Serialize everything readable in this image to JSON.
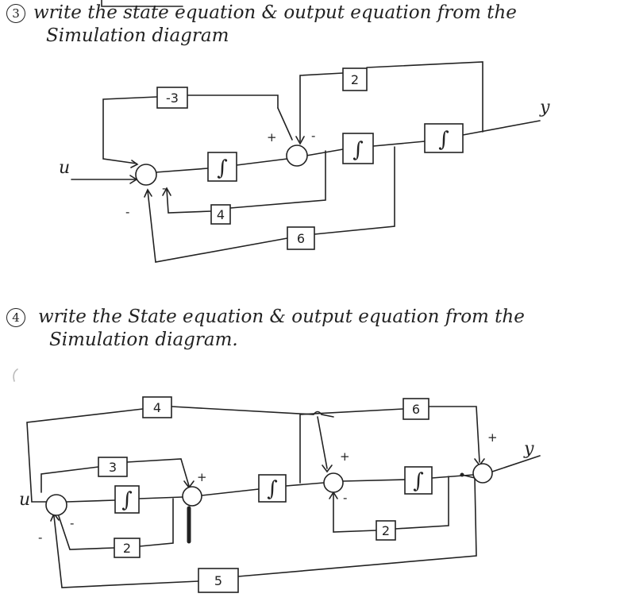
{
  "problem3": {
    "number": "3",
    "line1": "write the state equation & output equation from the",
    "line2": "Simulation diagram",
    "diagram": {
      "input": "u",
      "output": "y",
      "integrator": "∫",
      "gains": [
        "-3",
        "2",
        "4",
        "6"
      ],
      "signs": {
        "s1_top": "-",
        "s1_bottom": "-",
        "s2_plus": "+",
        "s2_minus": "-"
      }
    }
  },
  "problem4": {
    "number": "4",
    "line1": "write the State equation & output equation from the",
    "line2": "Simulation diagram.",
    "diagram": {
      "input": "u",
      "output": "y",
      "integrator": "∫",
      "gains": [
        "4",
        "3",
        "2",
        "5",
        "6",
        "2"
      ],
      "signs": {
        "s1_minus_left": "-",
        "s1_minus_bottom": "-",
        "s2_plus": "+",
        "s3_plus": "+",
        "s3_minus": "-",
        "s4_plus": "+"
      }
    }
  }
}
